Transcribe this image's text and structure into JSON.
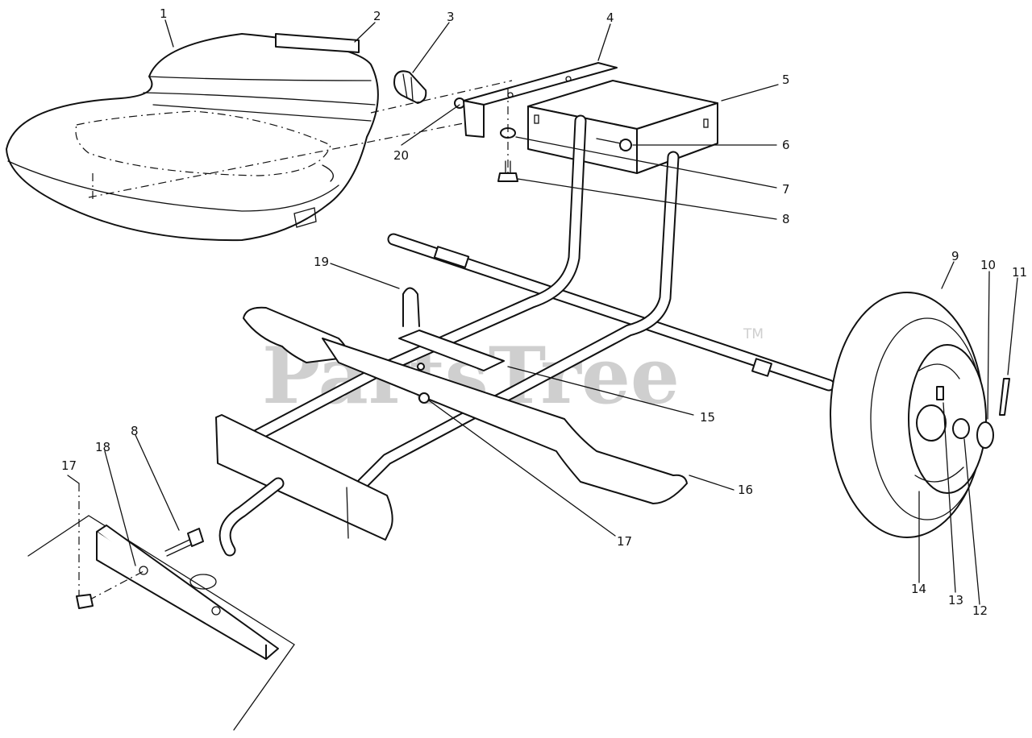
{
  "watermark": {
    "text": "PartsTree",
    "trademark": "TM"
  },
  "callouts": [
    {
      "id": "1",
      "label": "1"
    },
    {
      "id": "2",
      "label": "2"
    },
    {
      "id": "3",
      "label": "3"
    },
    {
      "id": "4",
      "label": "4"
    },
    {
      "id": "5",
      "label": "5"
    },
    {
      "id": "6",
      "label": "6"
    },
    {
      "id": "7",
      "label": "7"
    },
    {
      "id": "8",
      "label": "8"
    },
    {
      "id": "8b",
      "label": "8"
    },
    {
      "id": "9",
      "label": "9"
    },
    {
      "id": "10",
      "label": "10"
    },
    {
      "id": "11",
      "label": "11"
    },
    {
      "id": "12",
      "label": "12"
    },
    {
      "id": "13",
      "label": "13"
    },
    {
      "id": "14",
      "label": "14"
    },
    {
      "id": "15",
      "label": "15"
    },
    {
      "id": "16",
      "label": "16"
    },
    {
      "id": "17",
      "label": "17"
    },
    {
      "id": "17b",
      "label": "17"
    },
    {
      "id": "18",
      "label": "18"
    },
    {
      "id": "19",
      "label": "19"
    },
    {
      "id": "20",
      "label": "20"
    }
  ]
}
